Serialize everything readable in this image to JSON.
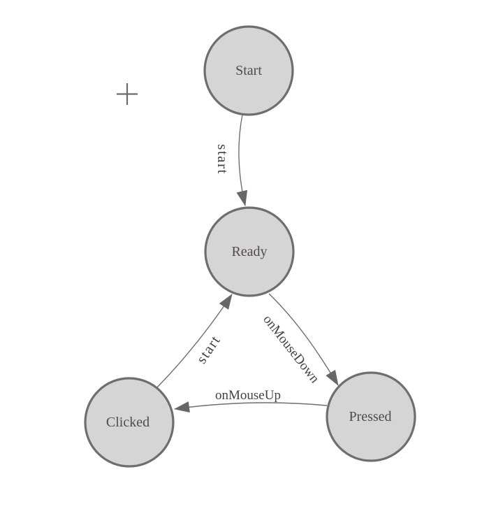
{
  "canvas": {
    "background": "#ffffff",
    "cursor_icon": "plus-crosshair"
  },
  "palette": {
    "node_fill": "#d5d5d5",
    "node_stroke": "#6e6e6e",
    "edge_stroke": "#6e6e6e",
    "arrow_fill": "#676767",
    "node_text": "#504c47",
    "edge_text": "#444240",
    "cursor_color": "#6b6b6b"
  },
  "nodes": {
    "start": {
      "label": "Start"
    },
    "ready": {
      "label": "Ready"
    },
    "clicked": {
      "label": "Clicked"
    },
    "pressed": {
      "label": "Pressed"
    }
  },
  "edges": {
    "start_to_ready": {
      "label": "start"
    },
    "ready_to_pressed": {
      "label": "onMouseDown"
    },
    "pressed_to_clicked": {
      "label": "onMouseUp"
    },
    "clicked_to_ready": {
      "label": "start"
    }
  }
}
